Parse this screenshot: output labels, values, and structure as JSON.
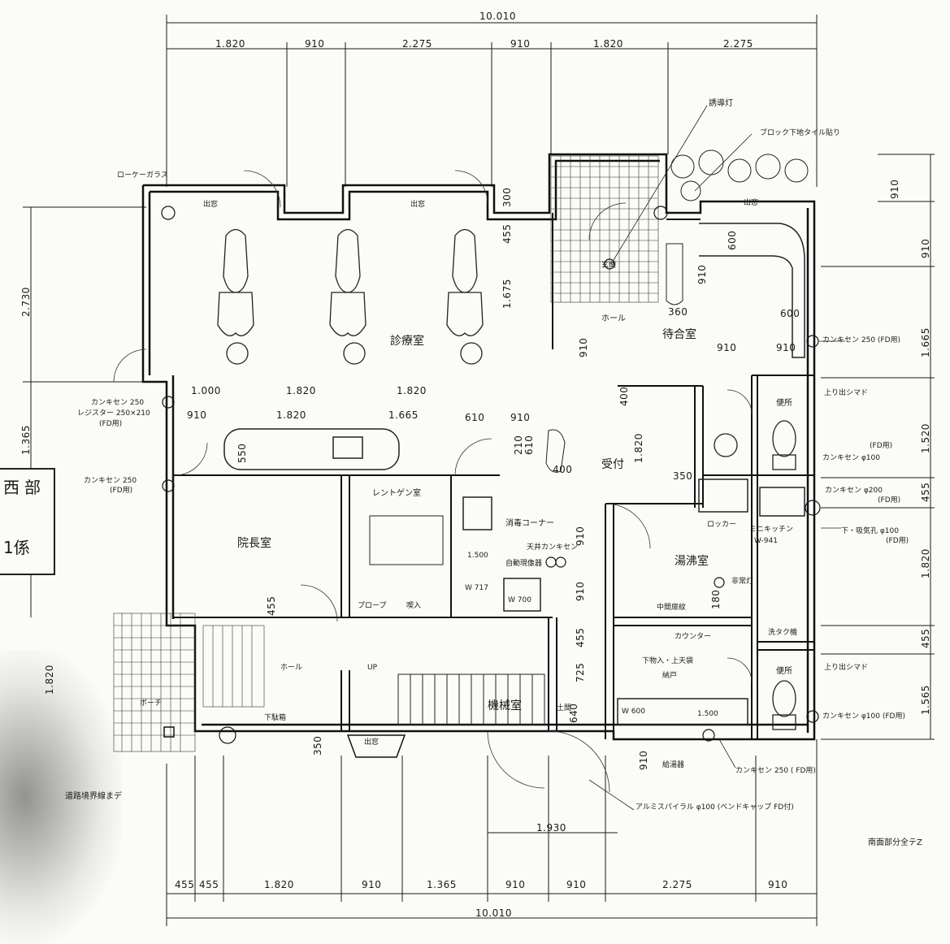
{
  "drawing": {
    "top_dims": {
      "total": "10.010",
      "segments": [
        "1.820",
        "910",
        "2.275",
        "910",
        "1.820",
        "2.275"
      ]
    },
    "bottom_dims": {
      "total": "10.010",
      "segments": [
        "455",
        "455",
        "1.820",
        "910",
        "1.365",
        "910",
        "910",
        "2.275",
        "910"
      ],
      "lower_1930": "1.930"
    },
    "left_dims": [
      "2.730",
      "1.365",
      "1.820"
    ],
    "right_dims": [
      "910",
      "910",
      "1.665",
      "1.520",
      "455",
      "1.820",
      "455",
      "1.565"
    ],
    "rooms": {
      "shinryo": "診療室",
      "machiai": "待合室",
      "hall": "ホール",
      "uketsuke": "受付",
      "incho": "院長室",
      "roentgen": "レントゲン室",
      "shodoku": "消毒コーナー",
      "yuwakashi": "湯沸室",
      "kikai": "機械室",
      "toilet1": "便所",
      "toilet2": "便所",
      "genkan": "玄関",
      "porch": "ポーチ",
      "hall2": "ホール",
      "rouka": "下駄箱",
      "demado1": "出窓",
      "demado2": "出窓",
      "demado3": "出窓",
      "demado_s": "出窓",
      "nando": "納戸",
      "locker": "ロッカー",
      "counter": "カウンター",
      "shita": "下物入・上天袋",
      "chuma": "中間扉紋",
      "ragshi": "洗タク機"
    },
    "annotations": {
      "yudo": "誘導灯",
      "block": "ブロック下地タイル貼り",
      "kanki_fd_r1": "カンキセン 250 (FD用)",
      "kanki_fd_r2": "カンキセン φ100",
      "kanki_fd_r2b": "(FD用)",
      "kanki_200": "カンキセン φ200",
      "kanki_200b": "(FD用)",
      "shita_kyuki": "下・吸気孔 φ100",
      "shita_kyuki_b": "(FD用)",
      "kanki_100_b": "カンキセン φ100 (FD用)",
      "kanki_250_b": "カンキセン 250 ( FD用)",
      "alumi": "アルミスパイラル φ100 (ベンドキャップ FD付)",
      "left_kanki": "カンキセン 250",
      "left_regis": "レジスター 250×210",
      "left_fd": "(FD用)",
      "left_kanki2": "カンキセン 250",
      "left_fd2": "(FD用)",
      "glass": "ローケーガラス",
      "nagashi": "ミニキッチン",
      "nagashi_code": "W-941",
      "hijo": "非常灯",
      "tenjo": "天井カンキセン",
      "jido": "自動現像器",
      "dorojoho": "道路境界線まデ",
      "nanbu": "南面部分全テZ",
      "agari1": "上り出シマド",
      "agari2": "上り出シマド",
      "doma": "土間",
      "kyuto": "給湯器",
      "w700": "W 700",
      "w600": "W 600",
      "w1500a": "1.500",
      "w1500b": "1.500",
      "w717": "W 717",
      "prep": "プロープ",
      "kansa": "喫入",
      "hall_in": "ホール",
      "up": "UP"
    },
    "stamp": [
      "西",
      "部",
      "1係"
    ],
    "inner_dims": [
      "1.000",
      "1.820",
      "1.820",
      "910",
      "1.820",
      "1.665",
      "610",
      "910",
      "910",
      "910",
      "455",
      "1.675",
      "300",
      "600",
      "910",
      "360",
      "600",
      "550",
      "455",
      "400",
      "350",
      "1.820",
      "400",
      "210",
      "610",
      "910",
      "910",
      "455",
      "725",
      "640",
      "350",
      "910",
      "180",
      "910"
    ]
  }
}
